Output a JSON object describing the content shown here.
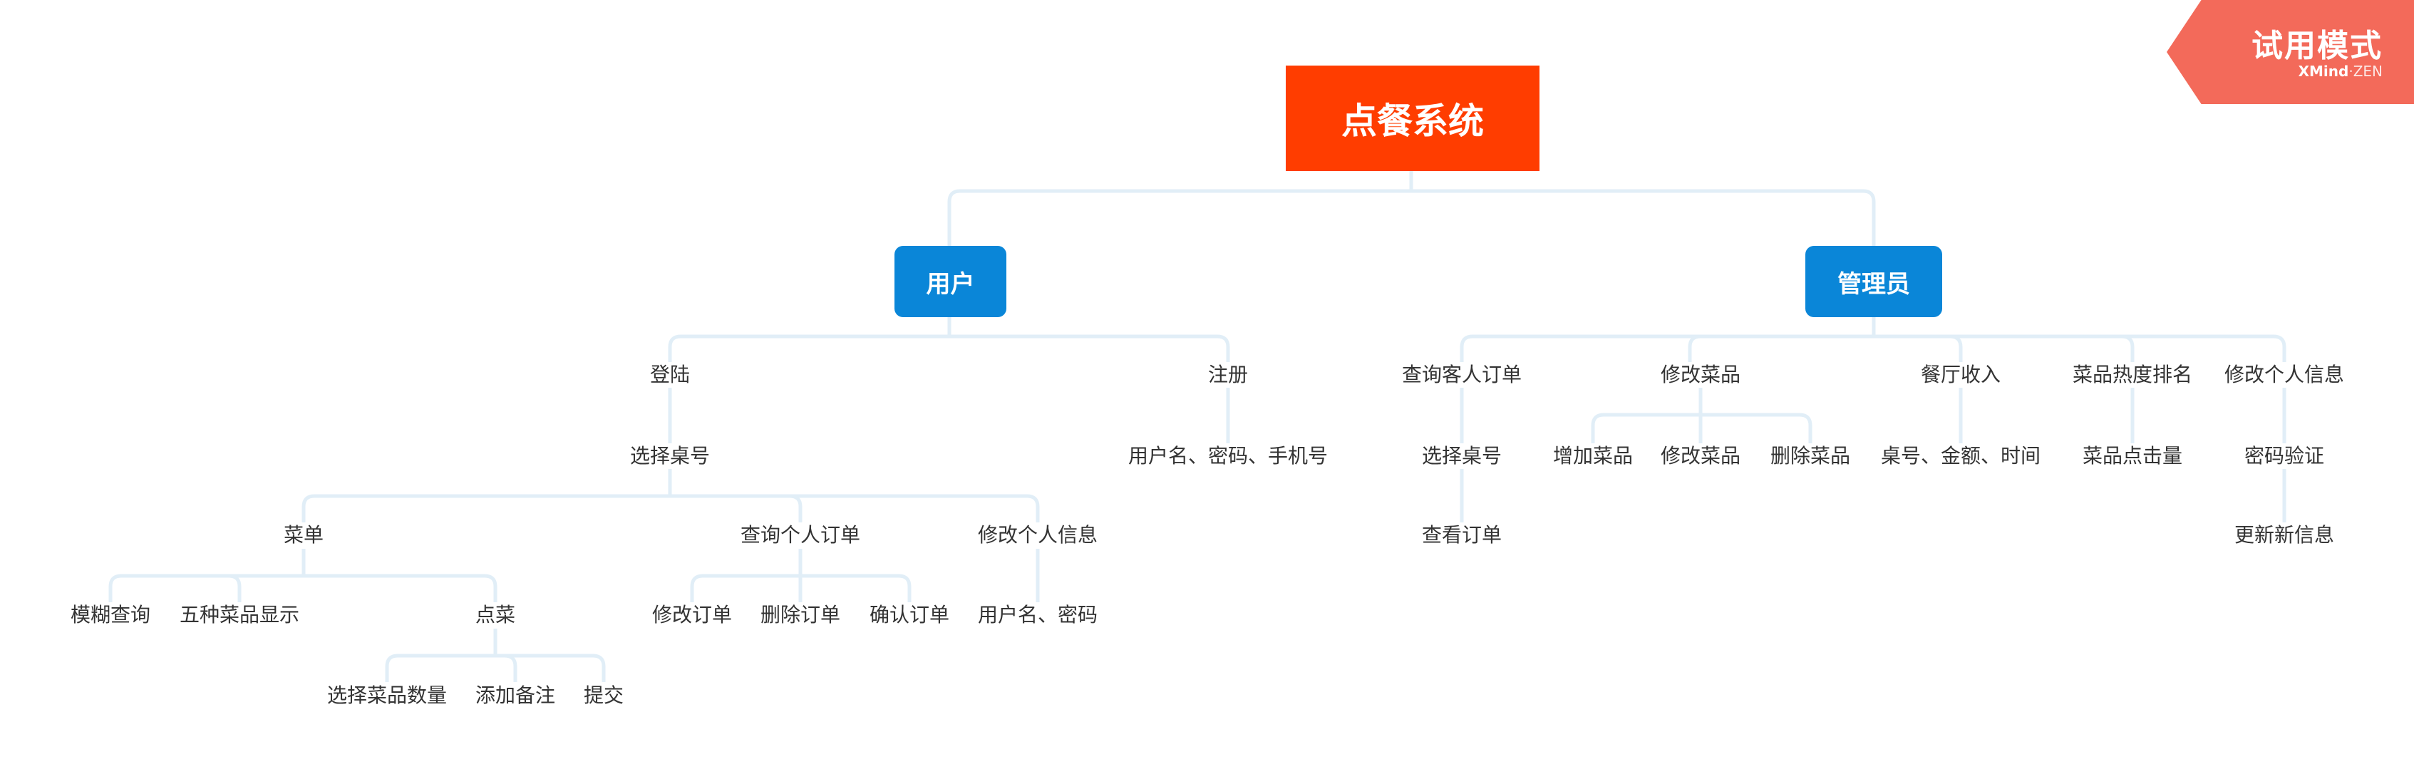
{
  "root": "点餐系统",
  "branches": {
    "user": {
      "label": "用户",
      "login": {
        "label": "登陆",
        "select_table": {
          "label": "选择桌号",
          "menu": {
            "label": "菜单",
            "fuzzy_search": "模糊查询",
            "five_dishes": "五种菜品显示",
            "order_dish": {
              "label": "点菜",
              "quantity": "选择菜品数量",
              "remark": "添加备注",
              "submit": "提交"
            }
          },
          "my_orders": {
            "label": "查询个人订单",
            "modify": "修改订单",
            "delete": "删除订单",
            "confirm": "确认订单"
          },
          "edit_info": {
            "label": "修改个人信息",
            "fields": "用户名、密码"
          }
        }
      },
      "register": {
        "label": "注册",
        "fields": "用户名、密码、手机号"
      }
    },
    "admin": {
      "label": "管理员",
      "customer_orders": {
        "label": "查询客人订单",
        "select_table": "选择桌号",
        "view_orders": "查看订单"
      },
      "edit_dishes": {
        "label": "修改菜品",
        "add": "增加菜品",
        "modify": "修改菜品",
        "delete": "删除菜品"
      },
      "revenue": {
        "label": "餐厅收入",
        "fields": "桌号、金额、时间"
      },
      "ranking": {
        "label": "菜品热度排名",
        "clicks": "菜品点击量"
      },
      "edit_info": {
        "label": "修改个人信息",
        "verify": "密码验证",
        "update": "更新新信息"
      }
    }
  },
  "badge": {
    "text": "试用模式",
    "brand_a": "XMind",
    "brand_sep": "·",
    "brand_b": "ZEN"
  },
  "colors": {
    "root": "#ff3d00",
    "main_topic": "#0a86d8",
    "connector": "#e1eef7",
    "badge": "#f36a5a"
  }
}
